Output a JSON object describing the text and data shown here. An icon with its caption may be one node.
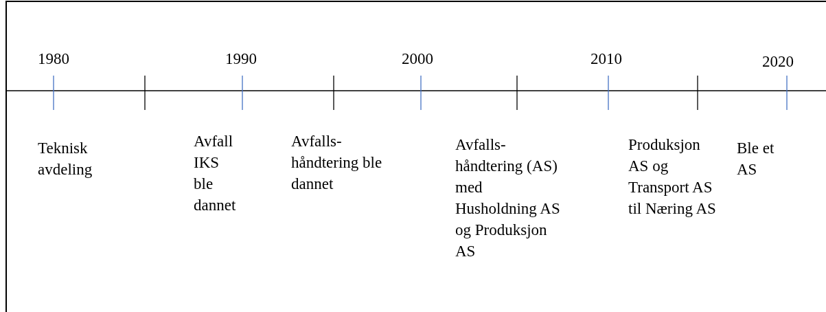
{
  "diagram": {
    "labels": [
      "1980",
      "1990",
      "2000",
      "2010",
      "2020",
      "Teknisk avdeling",
      "Avfall IKS ble dannet",
      "Avfalls-håndtering ble dannet",
      "Avfalls-håndtering (AS) med Husholdning AS og Produksjon AS",
      "Produksjon AS og Transport AS til Næring AS",
      "Ble et AS"
    ]
  }
}
